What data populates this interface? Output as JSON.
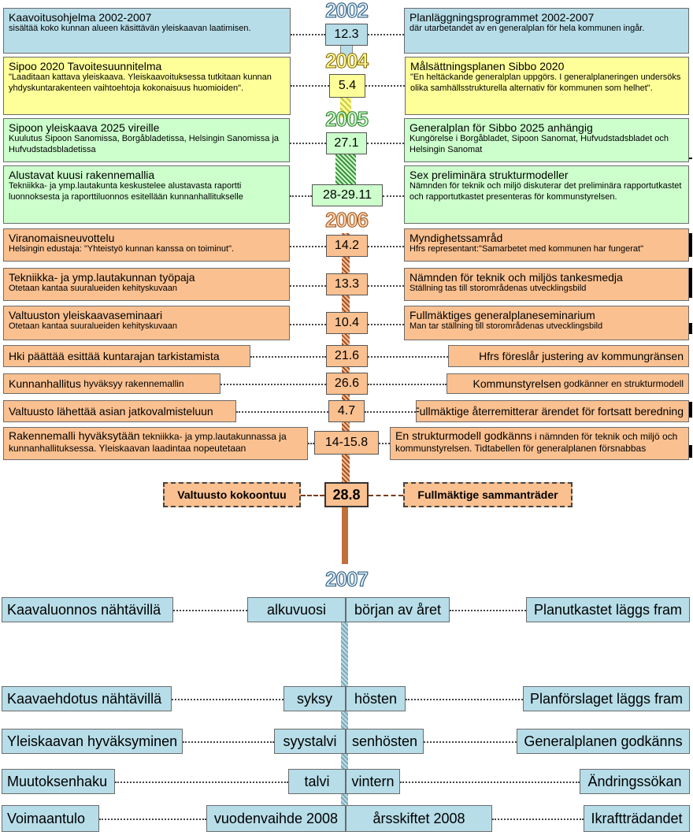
{
  "years": {
    "y2002": "2002",
    "y2004": "2004",
    "y2005": "2005",
    "y2006": "2006",
    "y2007": "2007"
  },
  "r1": {
    "fi_title": "Kaavoitusohjelma 2002-2007",
    "fi_sub": "sisältää koko kunnan alueen käsittävän yleiskaavan laatimisen.",
    "date": "12.3",
    "sv_title": "Planläggningsprogrammet 2002-2007",
    "sv_sub": "där utarbetandet av en generalplan för hela kommunen ingår."
  },
  "r2": {
    "fi_title": "Sipoo 2020 Tavoitesuunnitelma",
    "fi_sub": "\"Laaditaan kattava yleiskaava. Yleiskaavoituksessa tutkitaan kunnan yhdyskuntarakenteen vaihtoehtoja kokonaisuus huomioiden\".",
    "date": "5.4",
    "sv_title": "Målsättningsplanen Sibbo 2020",
    "sv_sub": "\"En heltäckande generalplan uppgörs. I generalplaneringen undersöks olika samhällsstrukturella alternativ för kommunen som helhet\"."
  },
  "r3": {
    "fi_title": "Sipoon yleiskaava 2025 vireille",
    "fi_sub": "Kuulutus Sipoon Sanomissa, Borgåbladetissa, Helsingin Sanomissa ja Hufvudstadsbladetissa",
    "date": "27.1",
    "sv_title": "Generalplan för Sibbo 2025 anhängig",
    "sv_sub": "Kungörelse i Borgåbladet, Sipoon Sanomat, Hufvudstadsbladet och Helsingin Sanomat"
  },
  "r4": {
    "fi_title": "Alustavat kuusi rakennemallia",
    "fi_sub": "Tekniikka- ja ymp.lautakunta keskustelee alustavasta raportti luonnoksesta ja raporttiluonnos esitellään kunnanhallitukselle",
    "date": "28-29.11",
    "sv_title": "Sex preliminära strukturmodeller",
    "sv_sub": "Nämnden för teknik och miljö diskuterar det preliminära rapportutkastet och rapportutkastet presenteras för kommunstyrelsen."
  },
  "r5": {
    "fi_title": "Viranomaisneuvottelu",
    "fi_sub": "Helsingin edustaja: \"Yhteistyö kunnan kanssa on toiminut\".",
    "date": "14.2",
    "sv_title": "Myndighetssamråd",
    "sv_sub": "Hfrs representant:\"Samarbetet med kommunen har fungerat\""
  },
  "r6": {
    "fi_title": "Tekniikka- ja ymp.lautakunnan työpaja",
    "fi_sub": "Otetaan kantaa suuralueiden kehityskuvaan",
    "date": "13.3",
    "sv_title": "Nämnden för teknik och miljös tankesmedja",
    "sv_sub": "Ställning tas till storområdenas utvecklingsbild"
  },
  "r7": {
    "fi_title": "Valtuuston yleiskaavaseminaari",
    "fi_sub": "Otetaan kantaa suuralueiden kehityskuvaan",
    "date": "10.4",
    "sv_title": "Fullmäktiges generalplaneseminarium",
    "sv_sub": "Man tar ställning till storområdenas utvecklingsbild"
  },
  "r8": {
    "fi": "Hki päättää esittää kuntarajan tarkistamista",
    "date": "21.6",
    "sv": "Hfrs föreslår justering av kommungränsen"
  },
  "r9": {
    "fi_a": "Kunnanhallitus",
    "fi_b": " hyväksyy rakennemallin",
    "date": "26.6",
    "sv_a": "Kommunstyrelsen",
    "sv_b": " godkänner en strukturmodell"
  },
  "r10": {
    "fi": "Valtuusto lähettää asian jatkovalmisteluun",
    "date": "4.7",
    "sv": "Fullmäktige återremitterar ärendet för fortsatt beredning"
  },
  "r11": {
    "fi_a": "Rakennemalli hyväksytään",
    "fi_b": " tekniikka- ja ymp.lautakunnassa ja kunnanhallituksessa. Yleiskaavan laadintaa nopeutetaan",
    "date": "14-15.8",
    "sv_a": "En strukturmodell godkänns",
    "sv_b": " i nämnden för teknik och miljö och kommunstyrelsen. Tidtabellen för generalplanen försnabbas"
  },
  "r12": {
    "fi": "Valtuusto kokoontuu",
    "date": "28.8",
    "sv": "Fullmäktige sammanträder"
  },
  "plan": [
    {
      "fi": "Kaavaluonnos nähtävillä",
      "fi_when": "alkuvuosi",
      "sv_when": "början av året",
      "sv": "Planutkastet läggs fram"
    },
    {
      "fi": "Kaavaehdotus nähtävillä",
      "fi_when": "syksy",
      "sv_when": "hösten",
      "sv": "Planförslaget läggs fram"
    },
    {
      "fi": "Yleiskaavan hyväksyminen",
      "fi_when": "syystalvi",
      "sv_when": "senhösten",
      "sv": "Generalplanen godkänns"
    },
    {
      "fi": "Muutoksenhaku",
      "fi_when": "talvi",
      "sv_when": "vintern",
      "sv": "Ändringssökan"
    },
    {
      "fi": "Voimaantulo",
      "fi_when": "vuodenvaihde 2008",
      "sv_when": "årsskiftet 2008",
      "sv": "Ikraftträdandet"
    }
  ]
}
